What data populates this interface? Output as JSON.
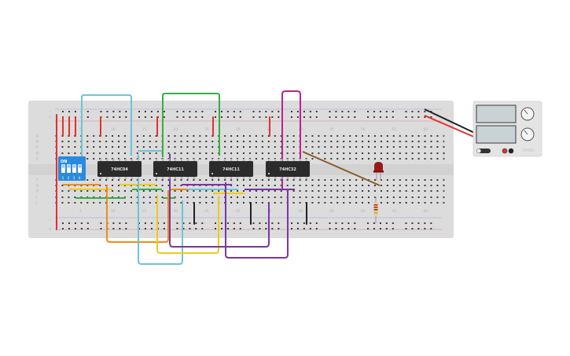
{
  "breadboard": {
    "column_numbers": [
      "5",
      "10",
      "15",
      "20",
      "25",
      "30",
      "35",
      "40",
      "45",
      "50",
      "55",
      "60"
    ],
    "row_letters_top": [
      "A",
      "B",
      "C",
      "D",
      "E"
    ],
    "row_letters_bottom": [
      "F",
      "G",
      "H",
      "I",
      "J"
    ]
  },
  "chips": [
    {
      "id": "u1",
      "label": "74HC04"
    },
    {
      "id": "u2",
      "label": "74HC11"
    },
    {
      "id": "u3",
      "label": "74HC11"
    },
    {
      "id": "u4",
      "label": "74HC32"
    }
  ],
  "dip_switch": {
    "on_label": "ON",
    "numbers": [
      "1",
      "2",
      "3",
      "4"
    ]
  },
  "colors": {
    "board": "#dcdcdc",
    "chip": "#2b2b2b",
    "rail_red": "#e23030",
    "rail_blue": "#4a78c8",
    "wire_cyan": "#6cc4d8",
    "wire_green": "#34b040",
    "wire_magenta": "#c0208c",
    "wire_orange": "#f08a18",
    "wire_yellow": "#f0c820",
    "wire_purple": "#7a36a0",
    "wire_brown": "#8a5a2a",
    "dip": "#2a8adf"
  }
}
